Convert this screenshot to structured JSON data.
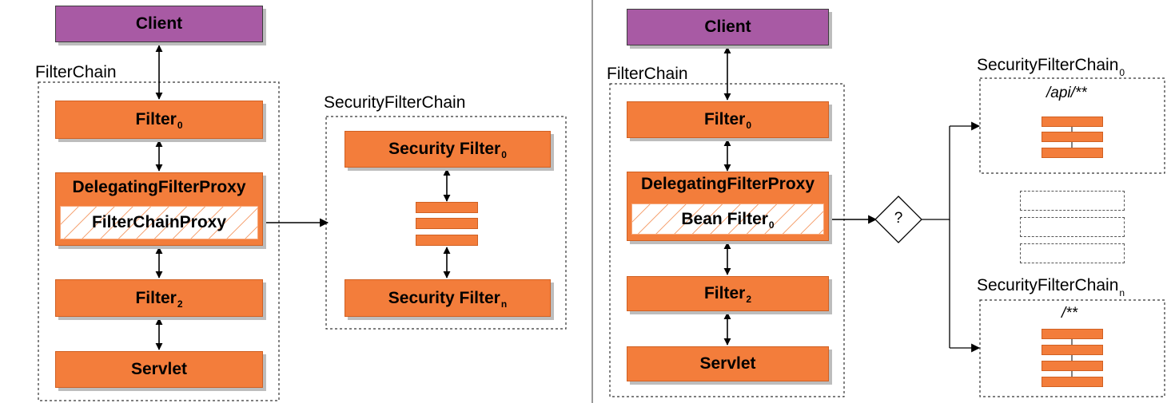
{
  "left_diagram": {
    "client": "Client",
    "filterchain_label": "FilterChain",
    "filter0": {
      "name": "Filter",
      "sub": "0"
    },
    "delegating": "DelegatingFilterProxy",
    "inner": "FilterChainProxy",
    "filter2": {
      "name": "Filter",
      "sub": "2"
    },
    "servlet": "Servlet",
    "sfc_label": "SecurityFilterChain",
    "security_filter0": {
      "name": "Security Filter",
      "sub": "0"
    },
    "security_filtern": {
      "name": "Security Filter",
      "sub": "n"
    }
  },
  "right_diagram": {
    "client": "Client",
    "filterchain_label": "FilterChain",
    "filter0": {
      "name": "Filter",
      "sub": "0"
    },
    "delegating": "DelegatingFilterProxy",
    "inner": {
      "name": "Bean Filter",
      "sub": "0"
    },
    "filter2": {
      "name": "Filter",
      "sub": "2"
    },
    "servlet": "Servlet",
    "decision": "?",
    "chain0": {
      "name": "SecurityFilterChain",
      "sub": "0",
      "pattern": "/api/**"
    },
    "chainn": {
      "name": "SecurityFilterChain",
      "sub": "n",
      "pattern": "/**"
    }
  },
  "colors": {
    "client": "#a85aa4",
    "filter": "#f37d3b",
    "filter_border": "#d06022",
    "hatch": "#f6a779",
    "shadow": "#bdbdbd"
  }
}
